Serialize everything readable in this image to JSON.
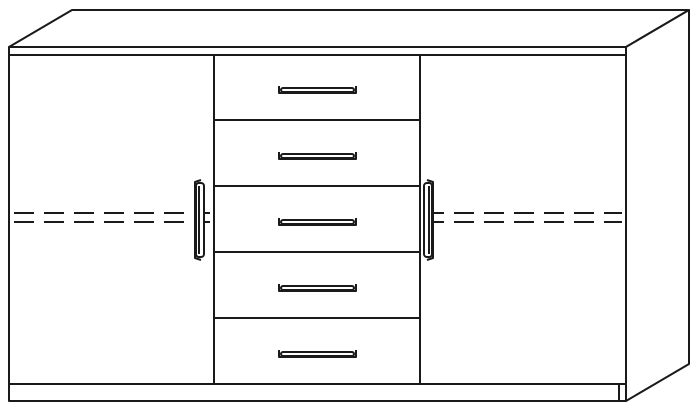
{
  "drawing": {
    "subject": "",
    "line_color": "#1a1a1a",
    "fill_color": "#ffffff",
    "doors": [
      {
        "id": "left",
        "handle": "vertical-bar"
      },
      {
        "id": "right",
        "handle": "vertical-bar"
      }
    ],
    "drawers": [
      {
        "id": 1,
        "handle": "horizontal-bar"
      },
      {
        "id": 2,
        "handle": "horizontal-bar"
      },
      {
        "id": 3,
        "handle": "horizontal-bar"
      },
      {
        "id": 4,
        "handle": "horizontal-bar"
      },
      {
        "id": 5,
        "handle": "horizontal-bar"
      }
    ],
    "shelf_line_style": "dashed"
  }
}
